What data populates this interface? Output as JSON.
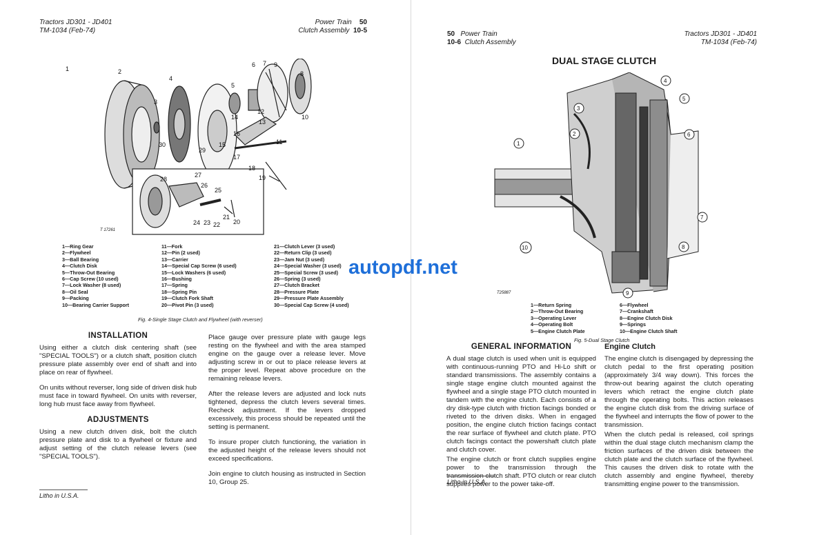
{
  "left": {
    "header_line1": "Tractors JD301 - JD401",
    "header_line2": "TM-1034 (Feb-74)",
    "header_right1": "Power Train",
    "header_right1_num": "50",
    "header_right2": "Clutch Assembly",
    "header_right2_num": "10-5",
    "figure_code": "T 17261",
    "parts_col1": [
      "1—Ring Gear",
      "2—Flywheel",
      "3—Ball Bearing",
      "4—Clutch Disk",
      "5—Throw-Out Bearing",
      "6—Cap Screw (10 used)",
      "7—Lock Washer (8 used)",
      "8—Oil Seal",
      "9—Packing",
      "10—Bearing Carrier Support"
    ],
    "parts_col2": [
      "11—Fork",
      "12—Pin (2 used)",
      "13—Carrier",
      "14—Special Cap Screw (6 used)",
      "15—Lock Washers (6 used)",
      "16—Bushing",
      "17—Spring",
      "18—Spring Pin",
      "19—Clutch Fork Shaft",
      "20—Pivot Pin (3 used)"
    ],
    "parts_col3": [
      "21—Clutch Lever (3 used)",
      "22—Return Clip (3 used)",
      "23—Jam Nut (3 used)",
      "24—Special Washer (3 used)",
      "25—Special Screw (3 used)",
      "26—Spring (3 used)",
      "27—Clutch Bracket",
      "28—Pressure Plate",
      "29—Pressure Plate Assembly",
      "30—Special Cap Screw (4 used)"
    ],
    "caption": "Fig. 4-Single Stage Clutch and Flywheel (with reverser)",
    "installation_title": "INSTALLATION",
    "installation_p1": "Using either a clutch disk centering shaft (see \"SPECIAL TOOLS\") or a clutch shaft, position clutch pressure plate assembly over end of shaft and into place on rear of flywheel.",
    "installation_p2": "On units without reverser, long side of driven disk hub must face in toward flywheel. On units with reverser, long hub must face away from flywheel.",
    "adjustments_title": "ADJUSTMENTS",
    "adjustments_p1": "Using a new clutch driven disk, bolt the clutch pressure plate and disk to a flywheel or fixture and adjust setting of the clutch release levers (see \"SPECIAL TOOLS\").",
    "col2_p1": "Place gauge over pressure plate with gauge legs resting on the flywheel and with the area stamped engine on the gauge over a release lever. Move adjusting screw in or out to place release levers at the proper level. Repeat above procedure on the remaining release levers.",
    "col2_p2": "After the release levers are adjusted and lock nuts tightened, depress the clutch levers several times. Recheck adjustment. If the levers dropped excessively, this process should be repeated until the setting is permanent.",
    "col2_p3": "To insure proper clutch functioning, the variation in the adjusted height of the release levers should not exceed specifications.",
    "col2_p4": "Join engine to clutch housing as instructed in Section 10, Group 25.",
    "footer": "Litho in U.S.A."
  },
  "right": {
    "header_left1_num": "50",
    "header_left1": "Power Train",
    "header_left2_num": "10-6",
    "header_left2": "Clutch Assembly",
    "header_right1": "Tractors JD301 - JD401",
    "header_right2": "TM-1034 (Feb-74)",
    "title": "DUAL STAGE CLUTCH",
    "figure_code": "T25887",
    "legend_col1": [
      "1—Return Spring",
      "2—Throw-Out Bearing",
      "3—Operating Lever",
      "4—Operating Bolt",
      "5—Engine Clutch Plate"
    ],
    "legend_col2": [
      "6—Flywheel",
      "7—Crankshaft",
      "8—Engine Clutch Disk",
      "9—Springs",
      "10—Engine Clutch Shaft"
    ],
    "caption": "Fig. 5-Dual Stage Clutch",
    "general_title": "GENERAL INFORMATION",
    "general_p1": "A dual stage clutch is used when unit is equipped with continuous-running PTO and Hi-Lo shift or standard transmissions. The assembly contains a single stage engine clutch mounted against the flywheel and a single stage PTO clutch mounted in tandem with the engine clutch. Each consists of a dry disk-type clutch with friction facings bonded or riveted to the driven disks. When in engaged position, the engine clutch friction facings contact the rear surface of flywheel and clutch plate. PTO clutch facings contact the powershaft clutch plate and clutch cover.",
    "general_p2": "The engine clutch or front clutch supplies engine power to the transmission through the transmission clutch shaft. PTO clutch or rear clutch supplies power to the power take-off.",
    "engine_title": "Engine Clutch",
    "engine_p1": "The engine clutch is disengaged by depressing the clutch pedal to the first operating position (approximately 3/4 way down). This forces the throw-out bearing against the clutch operating levers which retract the engine clutch plate through the operating bolts. This action releases the engine clutch disk from the driving surface of the flywheel and interrupts the flow of power to the transmission.",
    "engine_p2": "When the clutch pedal is released, coil springs within the dual stage clutch mechanism clamp the friction surfaces of the driven disk between the clutch plate and the clutch surface of the flywheel. This causes the driven disk to rotate with the clutch assembly and engine flywheel, thereby transmitting engine power to the transmission.",
    "footer": "Litho in U.S.A."
  },
  "watermark": "autopdf.net",
  "callouts_left": [
    "1",
    "2",
    "3",
    "4",
    "5",
    "6",
    "7",
    "8",
    "9",
    "10",
    "11",
    "12",
    "13",
    "14",
    "15",
    "16",
    "17",
    "18",
    "19",
    "20",
    "21",
    "22",
    "23",
    "24",
    "25",
    "26",
    "27",
    "28",
    "29",
    "30"
  ],
  "callouts_right": [
    "1",
    "2",
    "3",
    "4",
    "5",
    "6",
    "7",
    "8",
    "9",
    "10"
  ]
}
